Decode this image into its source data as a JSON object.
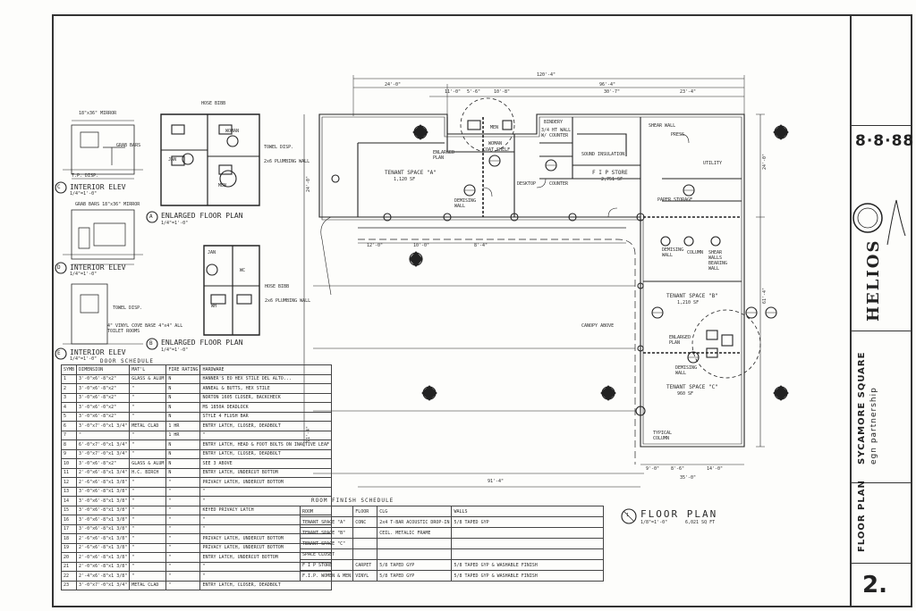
{
  "sheet": {
    "date": "8·8·88",
    "project": "HELIOS",
    "client_line1": "SYCAMORE SQUARE",
    "client_line2": "egn partnership",
    "sheet_title": "FLOOR PLAN",
    "sheet_number": "2."
  },
  "floor_plan": {
    "title": "FLOOR PLAN",
    "scale": "1/8\"=1'-0\"",
    "area": "6,021 SQ FT",
    "labels": {
      "tenant_a": "TENANT SPACE \"A\"",
      "tenant_a_area": "1,120 SF",
      "tenant_b": "TENANT SPACE \"B\"",
      "tenant_b_area": "1,210 SF",
      "tenant_c": "TENANT SPACE \"C\"",
      "tenant_c_area": "960 SF",
      "fip_store": "F I P STORE",
      "fip_area": "2,751 SF",
      "bindery": "BINDERY",
      "press": "PRESS",
      "shear_wall": "SHEAR WALL",
      "utility": "UTILITY",
      "paper_storage": "PAPER STORAGE",
      "desktop": "DESKTOP",
      "counter": "COUNTER",
      "sound_insulation": "SOUND INSULATION",
      "canopy_above": "CANOPY ABOVE",
      "typical_column": "TYPICAL COLUMN",
      "enlarged_plan": "ENLARGED PLAN",
      "demising_wall": "DEMISING WALL",
      "column": "COLUMN",
      "shear_walls": "SHEAR WALLS BEARING WALL",
      "woman": "WOMAN",
      "men": "MEN",
      "half_wall": "3/4 HT WALL W/ COUNTER",
      "coat_shelf": "COAT SHELF"
    },
    "dims": {
      "overall": "120'-4\"",
      "left": "24'-0\"",
      "right": "96'-4\"",
      "d1": "11'-0\"",
      "d2": "5'-6\"",
      "d3": "10'-8\"",
      "d4": "30'-7\"",
      "d5": "23'-4\"",
      "side1": "24'-0\"",
      "side2": "61'-4\"",
      "bottom1": "9'-0\"",
      "bottom2": "8'-6\"",
      "bottom3": "14'-0\"",
      "bottom_main": "35'-0\"",
      "left_bottom": "91'-4\"",
      "ret1": "12'-0\"",
      "ret2": "10'-0\"",
      "ret3": "8'-4\""
    }
  },
  "details": {
    "c_title": "INTERIOR ELEV",
    "c_scale": "1/4\"=1'-0\"",
    "c_mirror": "18\"x36\" MIRROR",
    "c_grab": "GRAB BARS",
    "c_tp": "T.P. DISP.",
    "d_title": "INTERIOR ELEV",
    "d_scale": "1/4\"=1'-0\"",
    "d_grab": "GRAB BARS 18\"x36\" MIRROR",
    "e_title": "INTERIOR ELEV",
    "e_scale": "1/4\"=1'-0\"",
    "e_towel": "TOWEL DISP.",
    "e_vinyl": "4\" VINYL COVE BASE 4\"x4\" ALL TOILET ROOMS",
    "a_title": "ENLARGED FLOOR PLAN",
    "a_scale": "1/4\"=1'-0\"",
    "a_hose": "HOSE BIBB",
    "a_towel": "TOWEL DISP.",
    "a_plumb": "2x6 PLUMBING WALL",
    "a_woman": "WOMAN",
    "a_men": "MEN",
    "a_jan": "JAN",
    "b_title": "ENLARGED FLOOR PLAN",
    "b_scale": "1/4\"=1'-0\"",
    "b_hose": "HOSE BIBB",
    "b_plumb": "2x6 PLUMBING WALL",
    "b_jan": "JAN",
    "b_wh": "WH",
    "b_wc": "WC"
  },
  "door_schedule": {
    "title": "DOOR SCHEDULE",
    "headers": [
      "SYMB",
      "DIMENSION",
      "MAT'L",
      "FIRE RATING",
      "HARDWARE"
    ],
    "rows": [
      [
        "1",
        "3'-0\"x6'-8\"x2\"",
        "GLASS & ALUM",
        "N",
        "HANNER'S EO HEX STILE DEL ALTO..."
      ],
      [
        "2",
        "3'-0\"x6'-8\"x2\"",
        "\"",
        "N",
        "ANNEAL & BUTTS, HEX STILE"
      ],
      [
        "3",
        "3'-0\"x6'-8\"x2\"",
        "\"",
        "N",
        "NORTON 1605 CLOSER, BACKCHECK"
      ],
      [
        "4",
        "3'-0\"x6'-0\"x2\"",
        "\"",
        "N",
        "MS 1850A DEADLOCK"
      ],
      [
        "5",
        "3'-0\"x6'-8\"x2\"",
        "\"",
        "N",
        "STYLE 4 FLUSH BAR"
      ],
      [
        "6",
        "3'-0\"x7'-0\"x1 3/4\"",
        "METAL CLAD",
        "1 HR",
        "ENTRY LATCH, CLOSER, DEADBOLT"
      ],
      [
        "7",
        "\"",
        "\"",
        "1 HR",
        "\""
      ],
      [
        "8",
        "6'-0\"x7'-0\"x1 3/4\"",
        "\"",
        "N",
        "ENTRY LATCH, HEAD & FOOT BOLTS ON INACTIVE LEAF"
      ],
      [
        "9",
        "3'-0\"x7'-0\"x1 3/4\"",
        "\"",
        "N",
        "ENTRY LATCH, CLOSER, DEADBOLT"
      ],
      [
        "10",
        "3'-0\"x6'-8\"x2\"",
        "GLASS & ALUM",
        "N",
        "SEE 3 ABOVE"
      ],
      [
        "11",
        "2'-0\"x6'-8\"x1 3/4\"",
        "H.C. BIRCH",
        "N",
        "ENTRY LATCH, UNDERCUT BOTTOM"
      ],
      [
        "12",
        "2'-6\"x6'-8\"x1 3/8\"",
        "\"",
        "\"",
        "PRIVACY LATCH, UNDERCUT BOTTOM"
      ],
      [
        "13",
        "3'-0\"x6'-8\"x1 3/8\"",
        "\"",
        "\"",
        "\""
      ],
      [
        "14",
        "3'-0\"x6'-8\"x1 3/8\"",
        "\"",
        "\"",
        "\""
      ],
      [
        "15",
        "3'-0\"x6'-8\"x1 3/8\"",
        "\"",
        "\"",
        "KEYED PRIVACY LATCH"
      ],
      [
        "16",
        "3'-0\"x6'-8\"x1 3/8\"",
        "\"",
        "\"",
        "\""
      ],
      [
        "17",
        "3'-0\"x6'-8\"x1 3/8\"",
        "\"",
        "\"",
        "\""
      ],
      [
        "18",
        "2'-6\"x6'-8\"x1 3/8\"",
        "\"",
        "\"",
        "PRIVACY LATCH, UNDERCUT BOTTOM"
      ],
      [
        "19",
        "2'-6\"x6'-8\"x1 3/8\"",
        "\"",
        "\"",
        "PRIVACY LATCH, UNDERCUT BOTTOM"
      ],
      [
        "20",
        "2'-0\"x6'-8\"x1 3/8\"",
        "\"",
        "\"",
        "ENTRY LATCH, UNDERCUT BOTTOM"
      ],
      [
        "21",
        "2'-0\"x6'-8\"x1 3/8\"",
        "\"",
        "\"",
        "\""
      ],
      [
        "22",
        "2'-4\"x6'-8\"x1 3/8\"",
        "\"",
        "\"",
        "\""
      ],
      [
        "23",
        "3'-0\"x7'-0\"x1 3/4\"",
        "METAL CLAD",
        "\"",
        "ENTRY LATCH, CLOSER, DEADBOLT"
      ]
    ]
  },
  "room_finish": {
    "title": "ROOM FINISH SCHEDULE",
    "headers": [
      "ROOM",
      "FLOOR",
      "CLG",
      "WALLS"
    ],
    "rows": [
      [
        "TENANT SPACE \"A\"",
        "CONC",
        "2x4 T-BAR ACOUSTIC DROP-IN",
        "5/8 TAPED GYP"
      ],
      [
        "TENANT SPACE \"B\"",
        "",
        "CEIL. METALIC FRAME",
        ""
      ],
      [
        "TENANT SPACE \"C\"",
        "",
        "",
        ""
      ],
      [
        "SPACE CLOSET",
        "",
        "",
        ""
      ],
      [
        "F I P STORE",
        "CARPET",
        "5/8 TAPED GYP",
        "5/8 TAPED GYP & WASHABLE FINISH"
      ],
      [
        "F.I.P. WOMEN & MEN",
        "VINYL",
        "5/8 TAPED GYP",
        "5/8 TAPED GYP & WASHABLE FINISH"
      ]
    ]
  },
  "colors": {
    "ink": "#222222",
    "paper": "#fdfdfb",
    "dashed": "#444444"
  }
}
